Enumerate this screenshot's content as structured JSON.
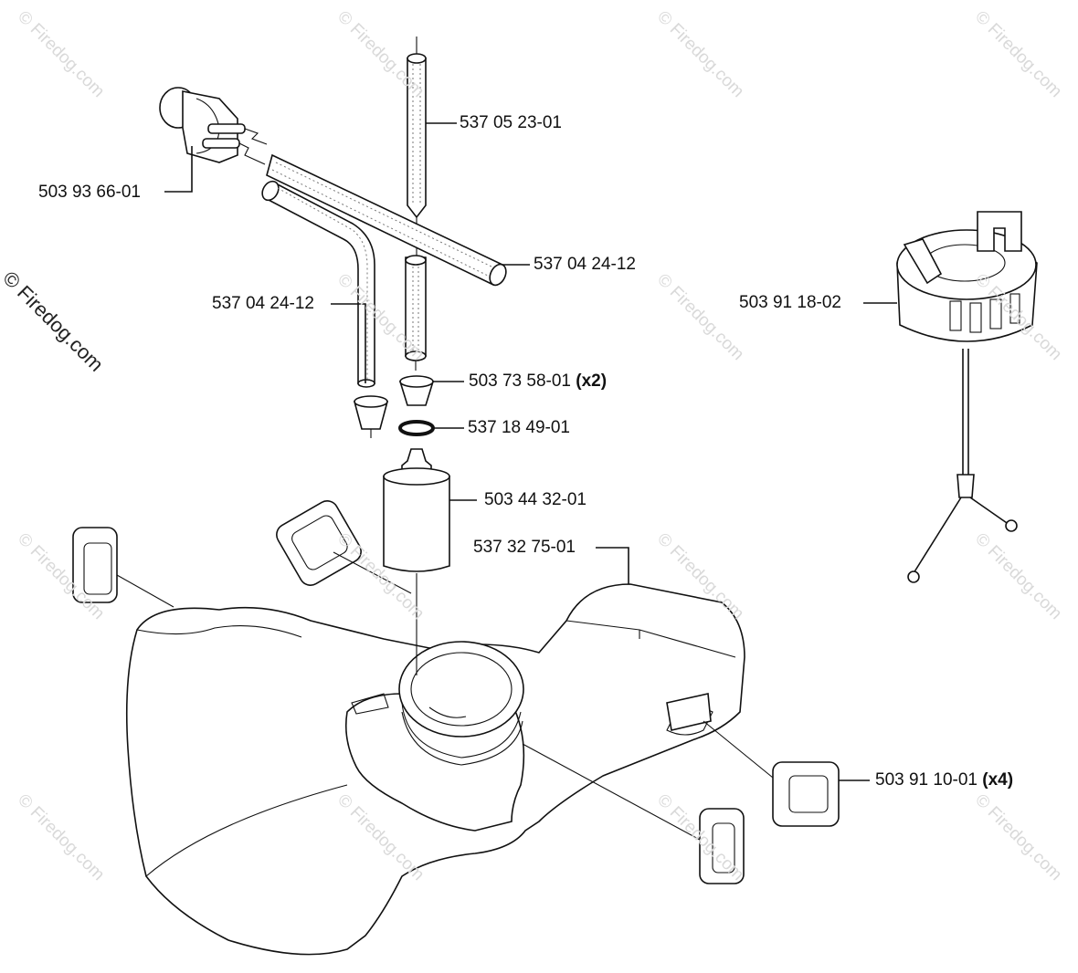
{
  "watermark_text": "© Firedog.com",
  "parts": {
    "pickup_body": {
      "number": "503 93 66-01"
    },
    "vent_tube": {
      "number": "537 05 23-01"
    },
    "fuel_hose_upper": {
      "number": "537 04 24-12"
    },
    "fuel_hose_lower": {
      "number": "537 04 24-12"
    },
    "grommet": {
      "number": "503 73 58-01",
      "qty": "(x2)"
    },
    "o_ring": {
      "number": "537 18 49-01"
    },
    "fuel_filter": {
      "number": "503 44 32-01"
    },
    "fuel_tank": {
      "number": "537 32 75-01"
    },
    "fuel_cap": {
      "number": "503 91 18-02"
    },
    "rubber_buffer": {
      "number": "503 91 10-01",
      "qty": "(x4)"
    }
  }
}
